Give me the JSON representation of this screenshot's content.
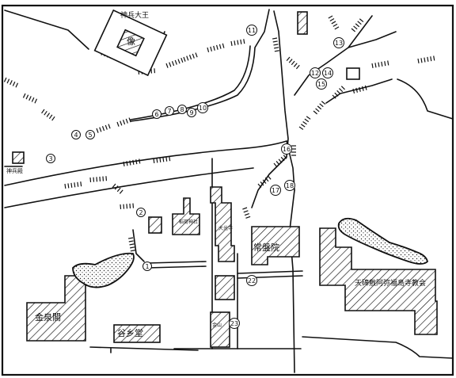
{
  "markers": [
    "1",
    "2",
    "3",
    "4",
    "5",
    "6",
    "7",
    "8",
    "9",
    "10",
    "11",
    "12",
    "13",
    "14",
    "15",
    "16",
    "17",
    "18",
    "22",
    "23"
  ],
  "labels": {
    "shrine_top": "神兵大王",
    "shrine_top_sub": "像",
    "left_building": "神兵殿",
    "inari": "稻荷神社",
    "jokaku": "常盤院",
    "kinsendo": "金泉閣",
    "nakamachi": "谷乡堂",
    "tenjin": "天碑敷阿弥福島寺教会",
    "narrow_bldg": "大光寺",
    "small_bldg": "金山"
  }
}
